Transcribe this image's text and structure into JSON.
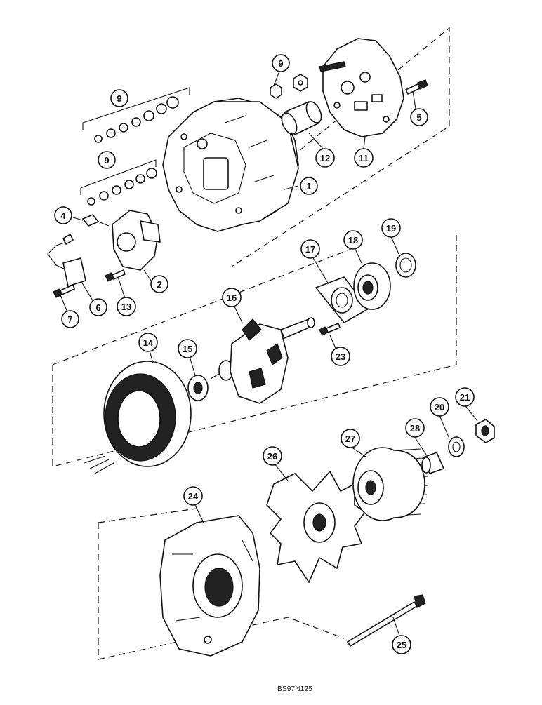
{
  "diagram": {
    "figure_code": "BS97N125",
    "callouts": [
      {
        "id": "c1",
        "label": "1"
      },
      {
        "id": "c2",
        "label": "2"
      },
      {
        "id": "c4",
        "label": "4"
      },
      {
        "id": "c5",
        "label": "5"
      },
      {
        "id": "c6",
        "label": "6"
      },
      {
        "id": "c7",
        "label": "7"
      },
      {
        "id": "c9a",
        "label": "9"
      },
      {
        "id": "c9b",
        "label": "9"
      },
      {
        "id": "c9c",
        "label": "9"
      },
      {
        "id": "c11",
        "label": "11"
      },
      {
        "id": "c12",
        "label": "12"
      },
      {
        "id": "c13",
        "label": "13"
      },
      {
        "id": "c14",
        "label": "14"
      },
      {
        "id": "c15",
        "label": "15"
      },
      {
        "id": "c16",
        "label": "16"
      },
      {
        "id": "c17",
        "label": "17"
      },
      {
        "id": "c18",
        "label": "18"
      },
      {
        "id": "c19",
        "label": "19"
      },
      {
        "id": "c20",
        "label": "20"
      },
      {
        "id": "c21",
        "label": "21"
      },
      {
        "id": "c23",
        "label": "23"
      },
      {
        "id": "c24",
        "label": "24"
      },
      {
        "id": "c25",
        "label": "25"
      },
      {
        "id": "c26",
        "label": "26"
      },
      {
        "id": "c27",
        "label": "27"
      },
      {
        "id": "c28",
        "label": "28"
      }
    ]
  }
}
